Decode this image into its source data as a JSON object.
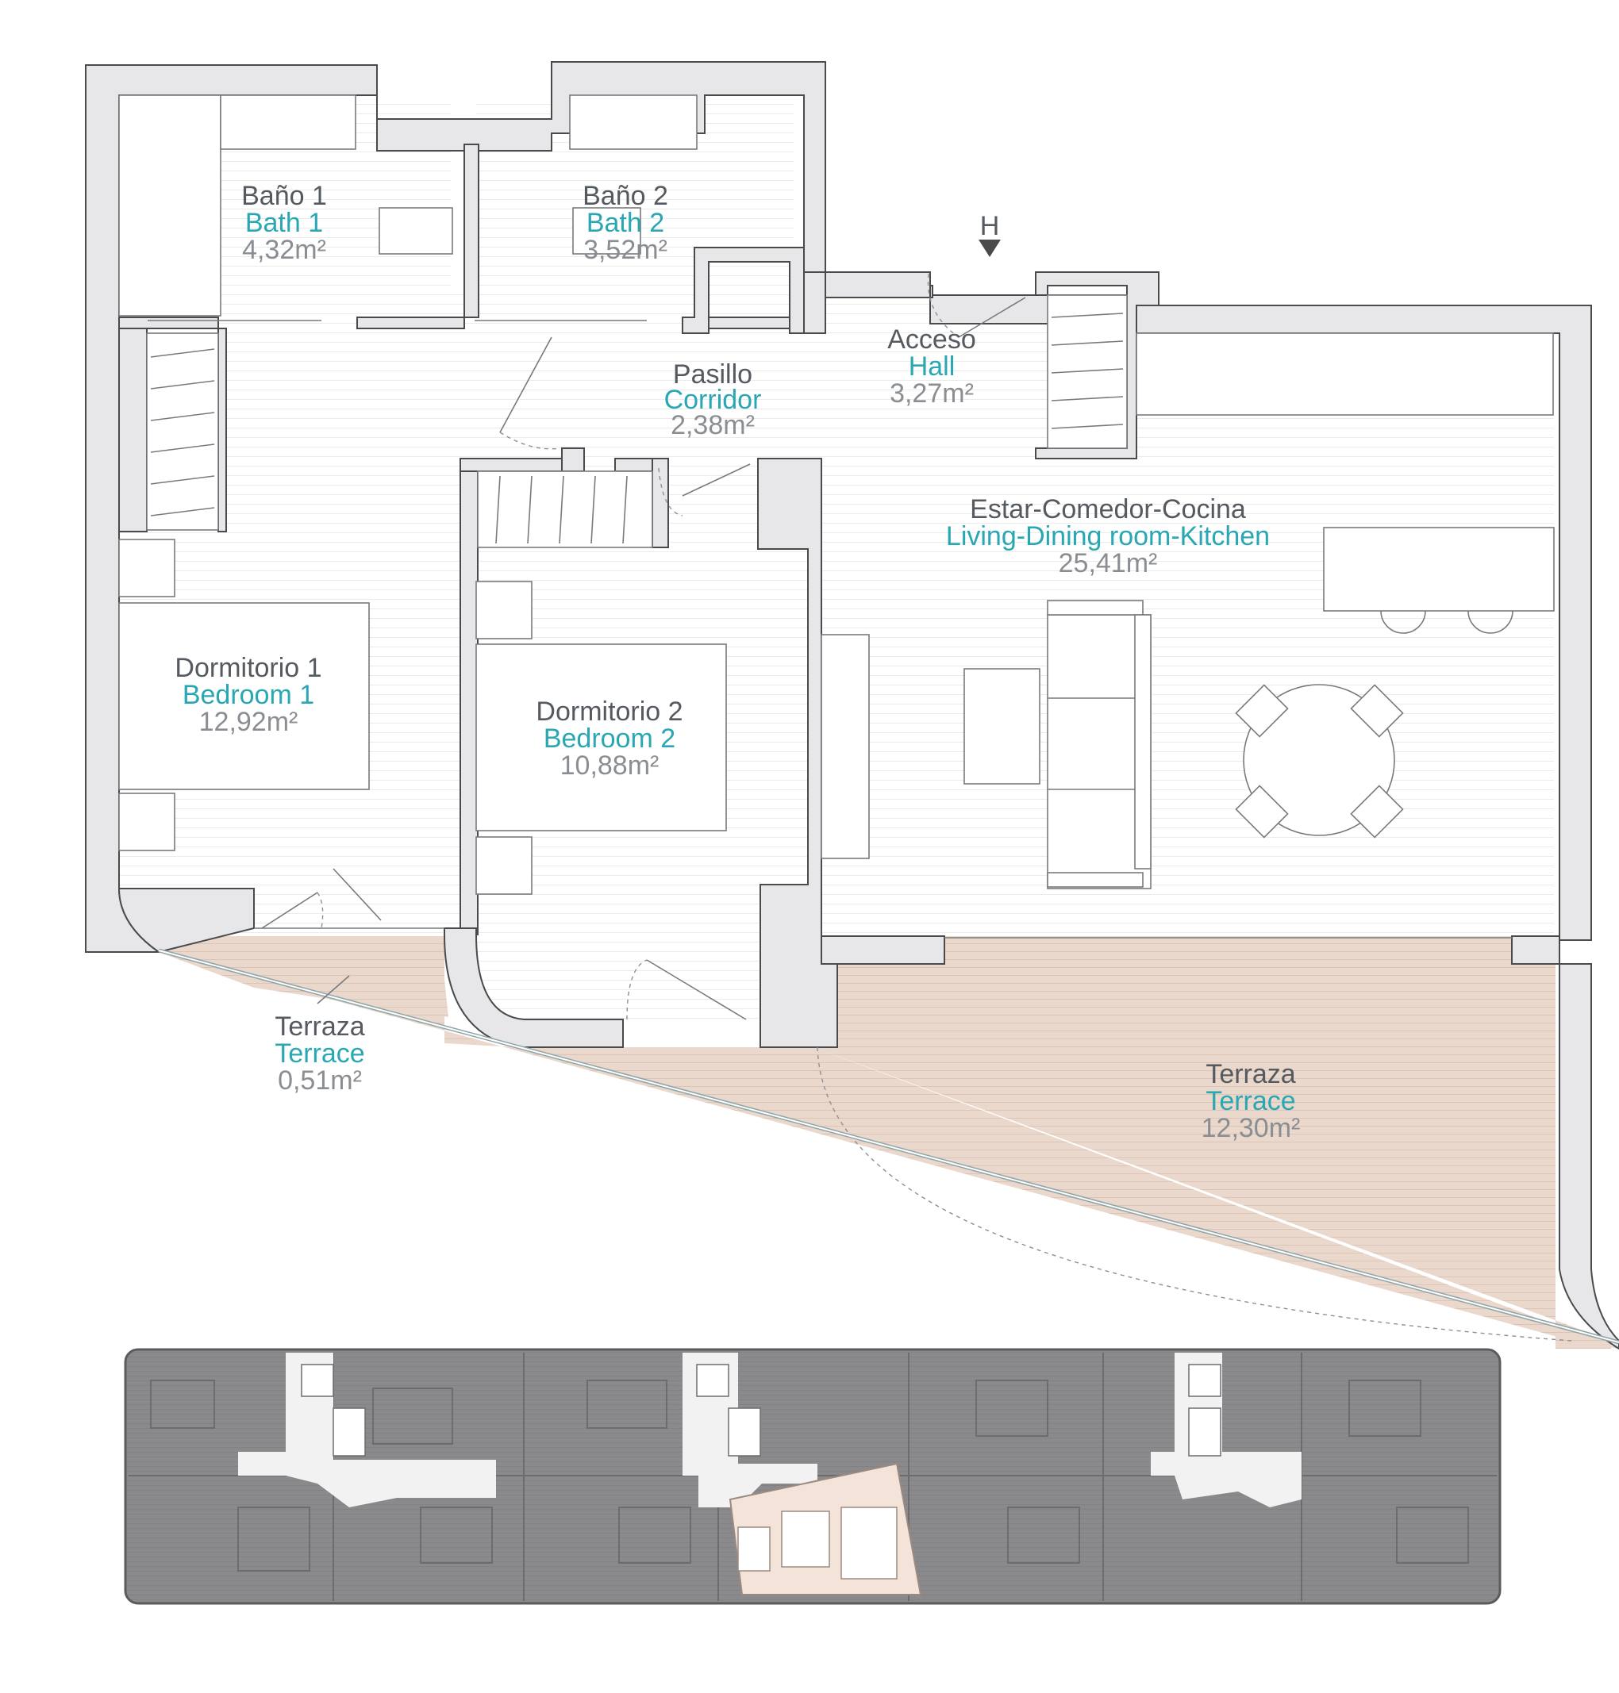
{
  "entrance_marker": "H",
  "rooms": {
    "bath1": {
      "es": "Baño 1",
      "en": "Bath 1",
      "area": "4,32m²"
    },
    "bath2": {
      "es": "Baño 2",
      "en": "Bath 2",
      "area": "3,52m²"
    },
    "corridor": {
      "es": "Pasillo",
      "en": "Corridor",
      "area": "2,38m²"
    },
    "hall": {
      "es": "Acceso",
      "en": "Hall",
      "area": "3,27m²"
    },
    "living": {
      "es": "Estar-Comedor-Cocina",
      "en": "Living-Dining room-Kitchen",
      "area": "25,41m²"
    },
    "bedroom1": {
      "es": "Dormitorio 1",
      "en": "Bedroom 1",
      "area": "12,92m²"
    },
    "bedroom2": {
      "es": "Dormitorio 2",
      "en": "Bedroom 2",
      "area": "10,88m²"
    },
    "terrace_small": {
      "es": "Terraza",
      "en": "Terrace",
      "area": "0,51m²"
    },
    "terrace_large": {
      "es": "Terraza",
      "en": "Terrace",
      "area": "12,30m²"
    }
  },
  "colors": {
    "label_spanish": "#555a60",
    "label_english": "#29a7b3",
    "label_area": "#8a8e92",
    "wall_fill": "#e7e6e8",
    "terrace_fill": "#ead8cc",
    "keyplan_fill": "#808083",
    "highlight_unit": "#f3e3d8"
  }
}
